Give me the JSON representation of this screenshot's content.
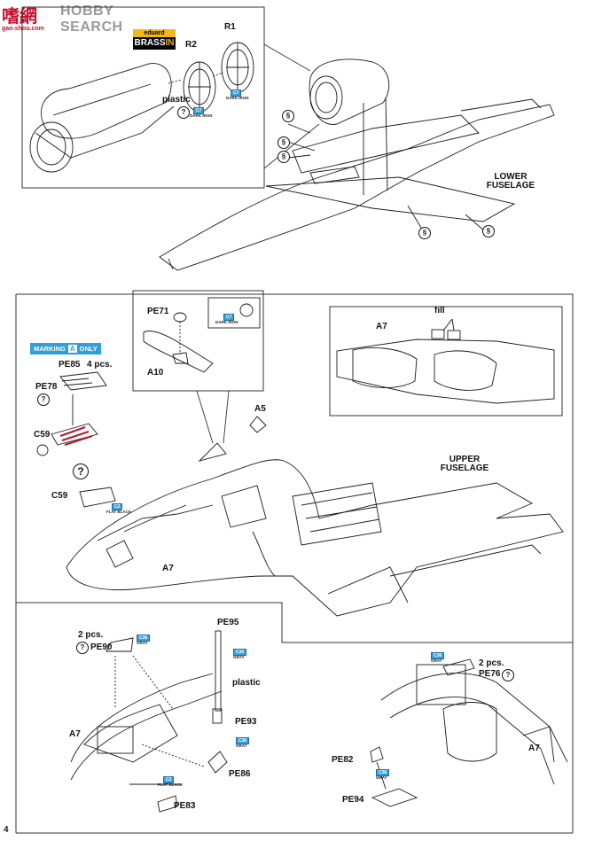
{
  "watermark": {
    "text": "HOBBY SEARCH",
    "glyphs": "嗜網",
    "url": "gao-shou.com"
  },
  "page_number": "4",
  "brand": {
    "top": "eduard",
    "bottom_a": "BRASS",
    "bottom_b": "IN"
  },
  "marking_banner": {
    "text1": "MARKING",
    "letter": "A",
    "text2": "ONLY"
  },
  "section1": {
    "labels": {
      "r1": "R1",
      "r2": "R2",
      "plastic": "plastic",
      "lower_fuselage": "LOWER\nFUSELAGE"
    },
    "chips": [
      {
        "code": "C7",
        "caption": "DARK IRON"
      },
      {
        "code": "C7",
        "caption": "DARK IRON"
      }
    ]
  },
  "section2": {
    "labels": {
      "pe71": "PE71",
      "a10": "A10",
      "pe85": "PE85",
      "pe85_qty": "4 pcs.",
      "pe78": "PE78",
      "c59_a": "C59",
      "c59_b": "C59",
      "a5": "A5",
      "a7_main": "A7",
      "a7_inset": "A7",
      "fill": "fill",
      "upper_fuselage": "UPPER\nFUSELAGE"
    },
    "chips": [
      {
        "code": "C7",
        "caption": "DARK IRON"
      },
      {
        "code": "C2",
        "caption": "FLAT BLACK"
      }
    ]
  },
  "section3": {
    "labels": {
      "qty_left": "2 pcs.",
      "pe90": "PE90",
      "a7_left": "A7",
      "pe95": "PE95",
      "plastic": "plastic",
      "pe93": "PE93",
      "pe86": "PE86",
      "pe83": "PE83",
      "qty_right": "2 pcs.",
      "pe76": "PE76",
      "pe82": "PE82",
      "pe94": "PE94",
      "a7_right": "A7"
    },
    "chips": [
      {
        "code": "C36",
        "caption": "GRAY"
      },
      {
        "code": "C36",
        "caption": "GRAY"
      },
      {
        "code": "C36",
        "caption": "GRAY"
      },
      {
        "code": "C2",
        "caption": "FLAT BLACK"
      },
      {
        "code": "C36",
        "caption": "GRAY"
      },
      {
        "code": "C36",
        "caption": "GRAY"
      }
    ]
  }
}
